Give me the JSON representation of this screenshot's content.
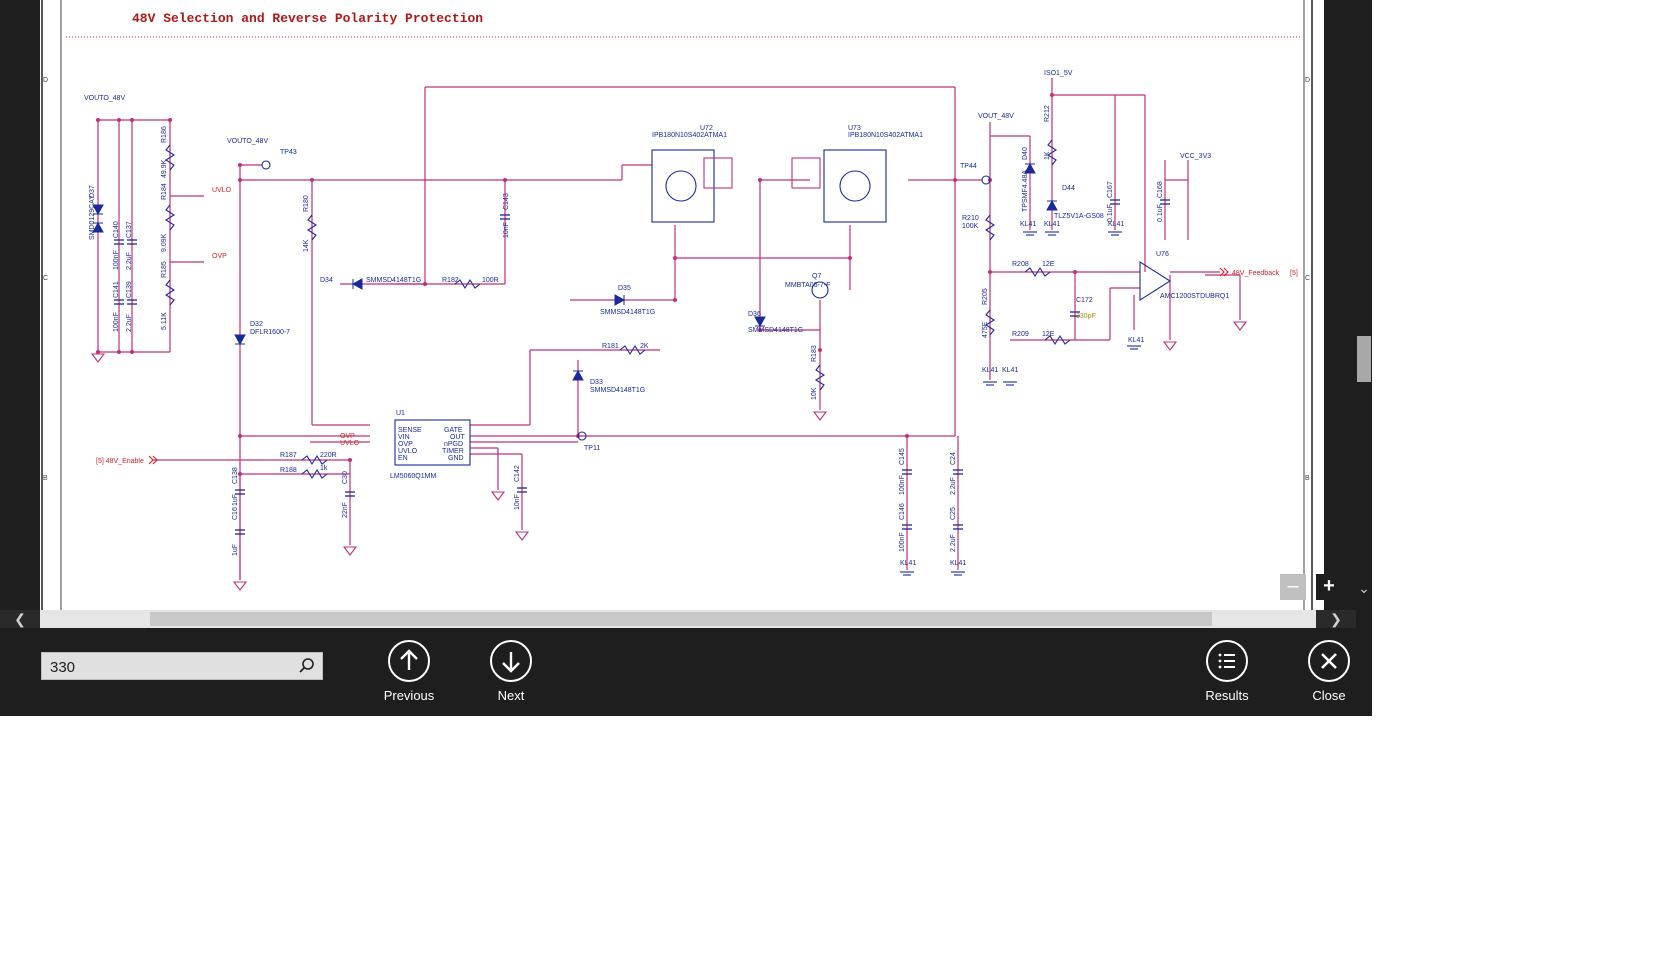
{
  "schematic": {
    "title": "48V Selection and Reverse Polarity Protection",
    "nets": {
      "vouto_48v_a": "VOUTO_48V",
      "vouto_48v_b": "VOUTO_48V",
      "vout_48v": "VOUT_48V",
      "iso1_5v": "ISO1_5V",
      "vcc_3v3": "VCC_3V3",
      "uvlo": "UVLO",
      "ovp": "OVP",
      "enable": "[5] 48V_Enable",
      "feedback": "48V_Feedback",
      "feedback_ref": "[5]",
      "kl41": "KL41"
    },
    "labels": {
      "d37": "D37",
      "d37_part": "SMD0129CAY",
      "c140": "C140",
      "c140_val": "100nF",
      "c137": "C137",
      "c137_val": "2.2uF",
      "c141": "C141",
      "c141_val": "100nF",
      "c139": "C139",
      "c139_val": "2.2uF",
      "r186": "R186",
      "r184": "R184",
      "r184_val": "49.9K",
      "r185": "R185",
      "r185_val": "9.09K",
      "r185_val2": "5.11K",
      "tp43": "TP43",
      "r180": "R180",
      "r180_val": "14K",
      "c143": "C143",
      "c143_val": "10nF",
      "d34": "D34",
      "d34_part": "SMMSD4148T1G",
      "r182": "R182",
      "r182_val": "100R",
      "d32": "D32",
      "d32_part": "DFLR1600-7",
      "u72": "U72",
      "u72_part": "IPB180N10S402ATMA1",
      "u73": "U73",
      "u73_part": "IPB180N10S402ATMA1",
      "d35": "D35",
      "d35_part": "SMMSD4148T1G",
      "r181": "R181",
      "r181_val": "2K",
      "d33": "D33",
      "d33_part": "SMMSD4148T1G",
      "q7": "Q7",
      "q7_part": "MMBTA06-7-F",
      "d36": "D36",
      "d36_part": "SMMSD4148T1G",
      "r183": "R183",
      "r183_val": "10K",
      "u1": "U1",
      "u1_part": "LM5060Q1MM",
      "u1_pins_left": [
        "SENSE",
        "VIN",
        "OVP",
        "UVLO",
        "EN"
      ],
      "u1_pins_right": [
        "GATE",
        "OUT",
        "nPGD",
        "TIMER",
        "GND"
      ],
      "r187": "R187",
      "r187_val": "220R",
      "r188": "R188",
      "r188_val": "1k",
      "c138": "C138",
      "c16": "C16",
      "c16_val": "1uF",
      "c16_val2": "1uF",
      "c30": "C30",
      "c30_val": "22nF",
      "c142": "C142",
      "c142_val": "10nF",
      "tp11": "TP11",
      "c145": "C145",
      "c145_val": "100nF",
      "c146": "C146",
      "c146_val": "100nF",
      "c24": "C24",
      "c24_val": "2.2uF",
      "c25": "C25",
      "c25_val": "2.2uF",
      "tp44": "TP44",
      "d40": "D40",
      "d40_part": "TPSMF4.48A",
      "r210": "R210",
      "r210_val": "100K",
      "r212": "R212",
      "r212_val": "1K",
      "d44": "D44",
      "d44_part": "TLZ5V1A-GS08",
      "c167": "C167",
      "c167_val": "0.1uF",
      "c168": "C168",
      "c168_val": "0.1uF",
      "r208": "R208",
      "r208_val": "12E",
      "r205": "R205",
      "r205_val": "475E",
      "c172": "C172",
      "c172_val": "330pF",
      "r209": "R209",
      "r209_val": "12E",
      "u76": "U76",
      "u76_part": "AMC1200STDUBRQ1"
    }
  },
  "toolbar": {
    "search_value": "330",
    "previous_label": "Previous",
    "next_label": "Next",
    "results_label": "Results",
    "close_label": "Close"
  },
  "icons": {
    "search": "search-icon",
    "previous": "arrow-up-icon",
    "next": "arrow-down-icon",
    "results": "list-icon",
    "close": "close-icon",
    "zoom_in": "plus-icon",
    "zoom_out": "minus-icon"
  },
  "colors": {
    "wire": "#c0307a",
    "net_label_red": "#d62020",
    "component_blue": "#1a2a9a",
    "title_red": "#b01818",
    "toolbar_bg": "#1e1e1e"
  }
}
